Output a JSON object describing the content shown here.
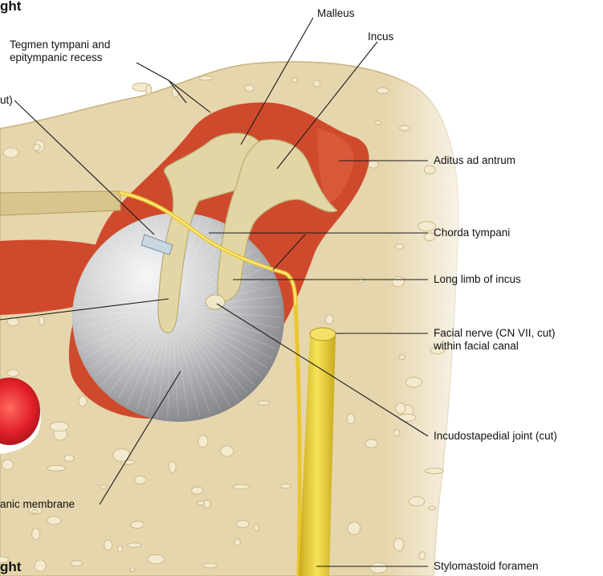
{
  "headings": {
    "top": "ght",
    "bottom": "ght"
  },
  "labels": {
    "malleus": "Malleus",
    "incus": "Incus",
    "tegmen": "Tegmen tympani and\nepitympanic recess",
    "cut_left": "ut)",
    "aditus": "Aditus ad antrum",
    "chorda": "Chorda tympani",
    "long_limb": "Long limb of incus",
    "facial_nerve": "Facial nerve (CN VII, cut)\nwithin facial canal",
    "incudostapedial": "Incudostapedial joint (cut)",
    "tympanic_membrane": "anic membrane",
    "stylomastoid": "Stylomastoid foramen"
  },
  "colors": {
    "bone": "#e6d6ad",
    "bone_pore": "#f3ead0",
    "cavity_red": "#cf4a2c",
    "ossicle": "#e2d7a4",
    "nerve_yellow": "#f0d43a",
    "membrane_light": "#f2f3f4",
    "membrane_dark": "#6e7074",
    "vessel_red": "#e32129",
    "leader_line": "#1a1a1a"
  }
}
